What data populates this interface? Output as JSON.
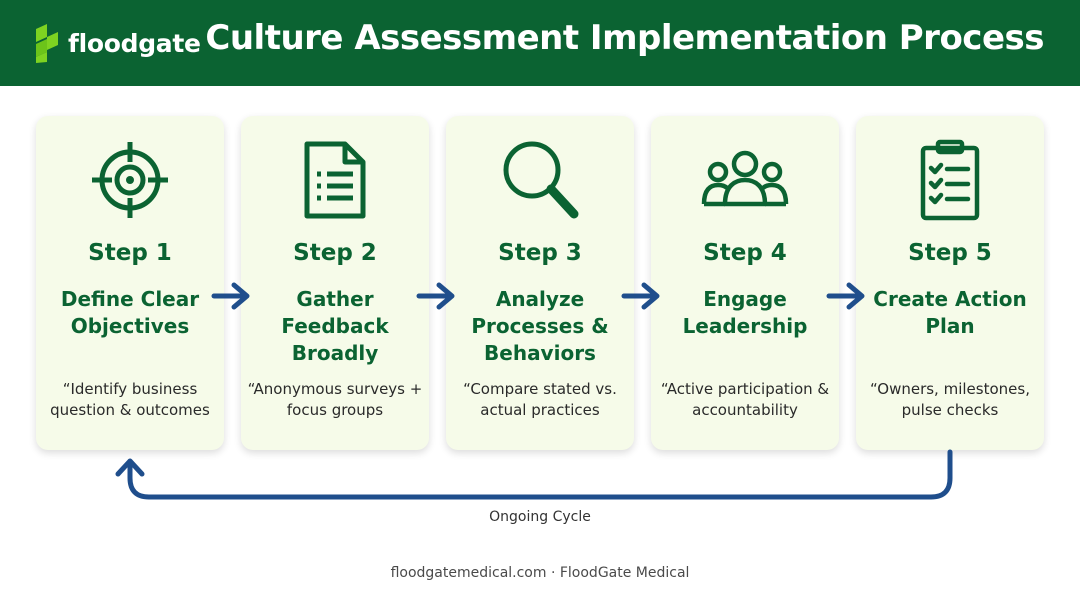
{
  "header": {
    "logo_text": "floodgate",
    "title": "Culture Assessment Implementation Process",
    "bg_color": "#0b6332",
    "logo_color": "#7ed321"
  },
  "steps": [
    {
      "step": "Step 1",
      "title": "Define Clear Objectives",
      "desc": "“Identify business question & outcomes",
      "icon": "target-icon"
    },
    {
      "step": "Step 2",
      "title": "Gather Feedback Broadly",
      "desc": "“Anonymous surveys + focus groups",
      "icon": "document-icon"
    },
    {
      "step": "Step 3",
      "title": "Analyze Processes & Behaviors",
      "desc": "“Compare stated vs. actual practices",
      "icon": "magnifier-icon"
    },
    {
      "step": "Step 4",
      "title": "Engage Leadership",
      "desc": "“Active participation & accountability",
      "icon": "people-icon"
    },
    {
      "step": "Step 5",
      "title": "Create Action Plan",
      "desc": "“Owners, milestones, pulse checks",
      "icon": "checklist-icon"
    }
  ],
  "cycle": {
    "label": "Ongoing Cycle"
  },
  "footer": {
    "text": "floodgatemedical.com · FloodGate Medical"
  },
  "colors": {
    "accent": "#0b6332",
    "arrow": "#1f4e8c",
    "card_bg": "#f6fbe9"
  }
}
